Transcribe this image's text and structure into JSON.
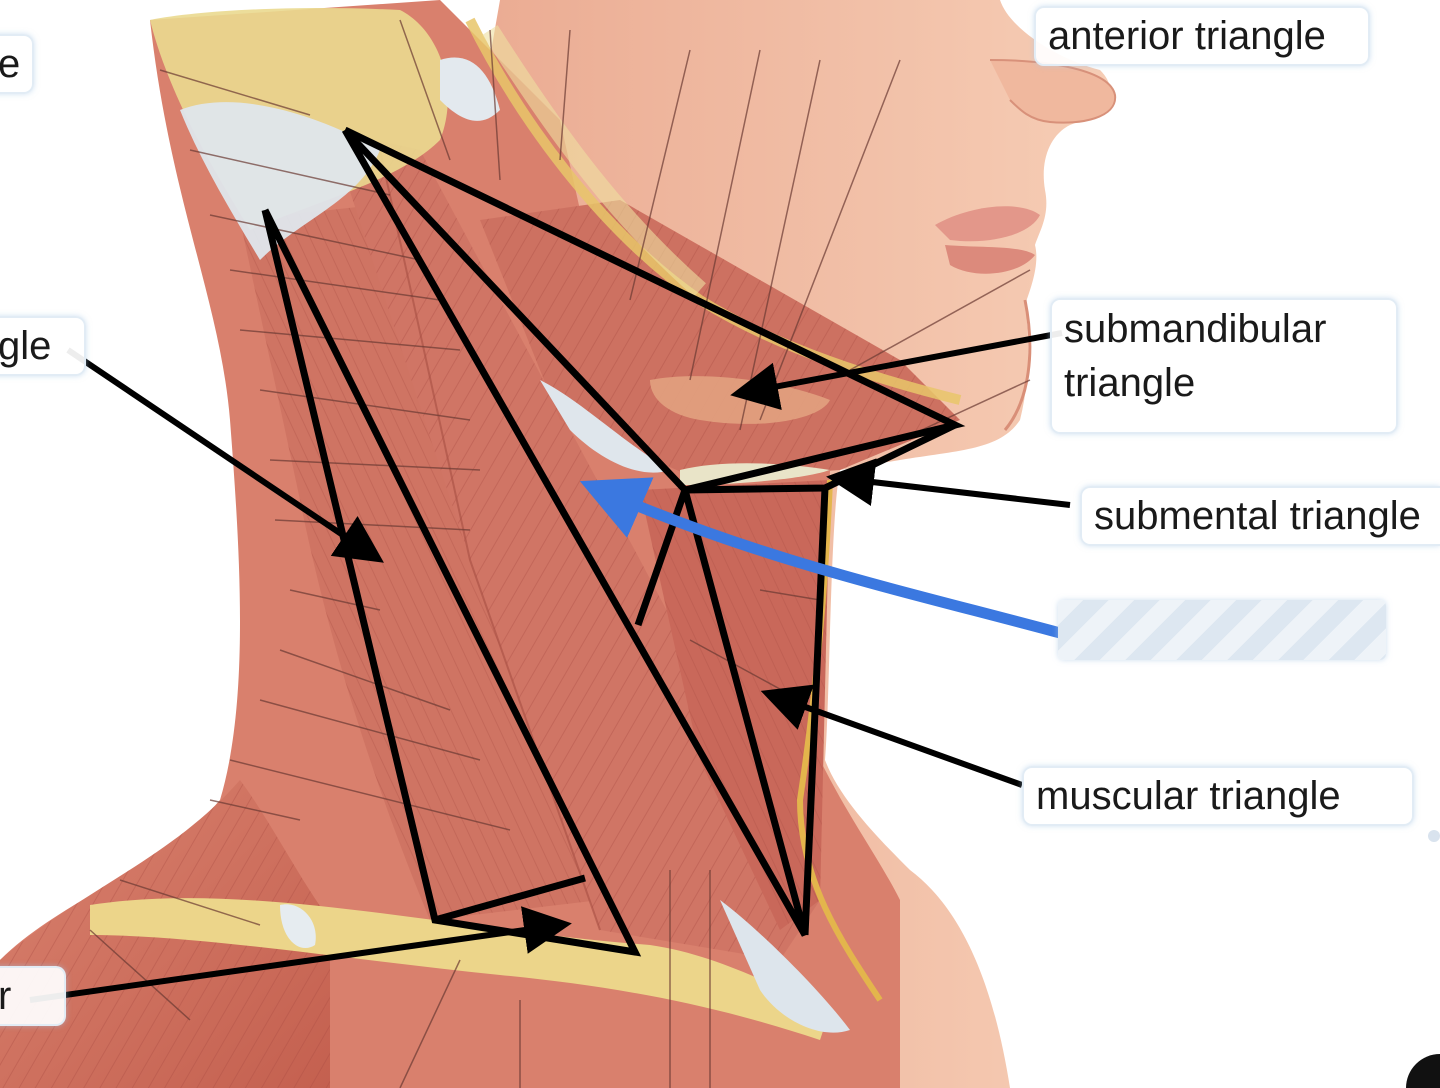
{
  "labels": {
    "anterior_triangle": "anterior triangle",
    "submandibular_line1": "submandibular",
    "submandibular_line2": "triangle",
    "submental_triangle": "submental triangle",
    "muscular_triangle": "muscular triangle",
    "left_top_fragment": "e",
    "left_middle_fragment": "gle",
    "left_bottom_fragment": "r"
  },
  "colors": {
    "outline": "#000000",
    "highlight_arrow": "#3b78e0",
    "skin": "#f2c3a8",
    "muscle": "#cf6e5e",
    "muscle_dark": "#b2524a",
    "tendon": "#dfe5ea",
    "fat": "#ead07a"
  }
}
